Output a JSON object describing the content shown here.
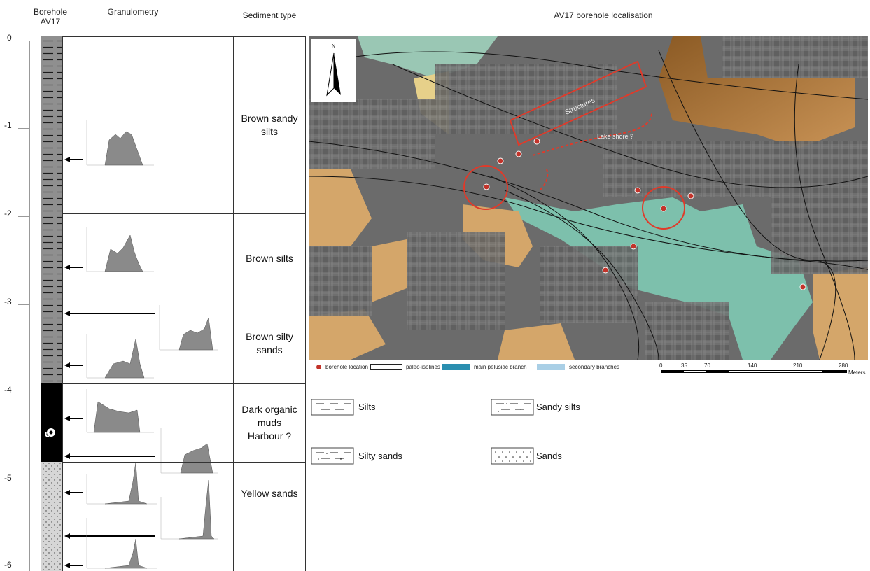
{
  "headers": {
    "borehole_line1": "Borehole",
    "borehole_line2": "AV17",
    "granulometry": "Granulometry",
    "sediment_type": "Sediment type",
    "map_title": "AV17 borehole localisation"
  },
  "depth_labels": [
    "0",
    "-1",
    "-2",
    "-3",
    "-4",
    "-5",
    "-6"
  ],
  "sediments": [
    {
      "line1": "Brown sandy",
      "line2": "silts",
      "line3": ""
    },
    {
      "line1": "Brown silts",
      "line2": "",
      "line3": ""
    },
    {
      "line1": "Brown silty",
      "line2": "sands",
      "line3": ""
    },
    {
      "line1": "Dark organic",
      "line2": "muds",
      "line3": "Harbour ?"
    },
    {
      "line1": "Yellow sands",
      "line2": "",
      "line3": ""
    }
  ],
  "map": {
    "annotation_structures": "Structures",
    "annotation_lake": "Lake shore ?",
    "north_label": "N",
    "legend": {
      "borehole": "borehole location",
      "paleo": "paleo-isolines",
      "main_branch": "main pelusiac branch",
      "secondary": "secondary branches"
    },
    "scale": [
      "0",
      "35",
      "70",
      "140",
      "210",
      "280"
    ],
    "scale_unit": "Meters",
    "colors": {
      "ochre": "#d4a66a",
      "teal": "#7dc0ac",
      "brown": "#a06a2e",
      "main_branch": "#2a8fb0",
      "secondary_branch": "#a9cfe6",
      "circle_red": "#e03a2a"
    }
  },
  "legend": {
    "silts": "Silts",
    "sandy_silts": "Sandy silts",
    "silty_sands": "Silty sands",
    "sands": "Sands"
  }
}
